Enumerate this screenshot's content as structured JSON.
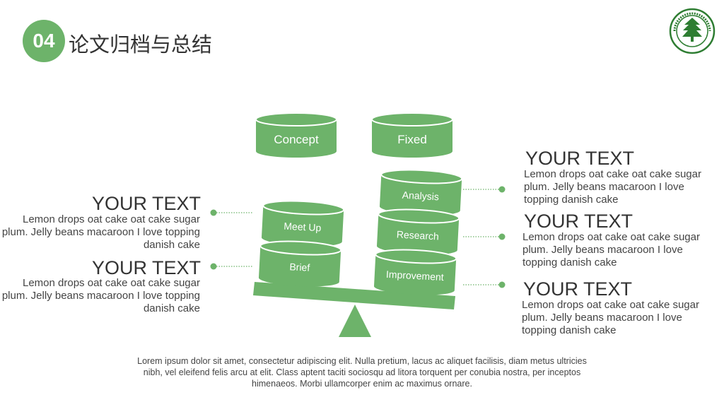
{
  "header": {
    "number": "04",
    "title": "论文归档与总结"
  },
  "diagram": {
    "cylinders": [
      "Concept",
      "Fixed",
      "Analysis",
      "Meet Up",
      "Research",
      "Brief",
      "Improvement"
    ]
  },
  "blocks": [
    {
      "heading": "YOUR TEXT",
      "body": "Lemon drops oat cake oat cake sugar plum. Jelly beans macaroon I love topping danish cake"
    },
    {
      "heading": "YOUR TEXT",
      "body": "Lemon drops oat cake oat cake sugar plum. Jelly beans macaroon I love topping danish cake"
    },
    {
      "heading": "YOUR TEXT",
      "body": "Lemon drops oat cake oat cake sugar plum. Jelly beans macaroon I love topping danish cake"
    },
    {
      "heading": "YOUR TEXT",
      "body": "Lemon drops oat cake oat cake sugar plum. Jelly beans macaroon I love topping danish cake"
    },
    {
      "heading": "YOUR TEXT",
      "body": "Lemon drops oat cake oat cake sugar plum. Jelly beans macaroon I love topping danish cake"
    }
  ],
  "footer": "Lorem ipsum dolor sit amet, consectetur adipiscing elit. Nulla pretium, lacus ac aliquet facilisis, diam metus ultricies nibh, vel eleifend felis arcu at elit. Class aptent taciti sociosqu ad litora torquent per conubia nostra, per inceptos himenaeos. Morbi ullamcorper enim ac maximus ornare.",
  "colors": {
    "accent": "#6db36a",
    "accent_dark": "#4e9a4c",
    "logo": "#2e7d32"
  }
}
